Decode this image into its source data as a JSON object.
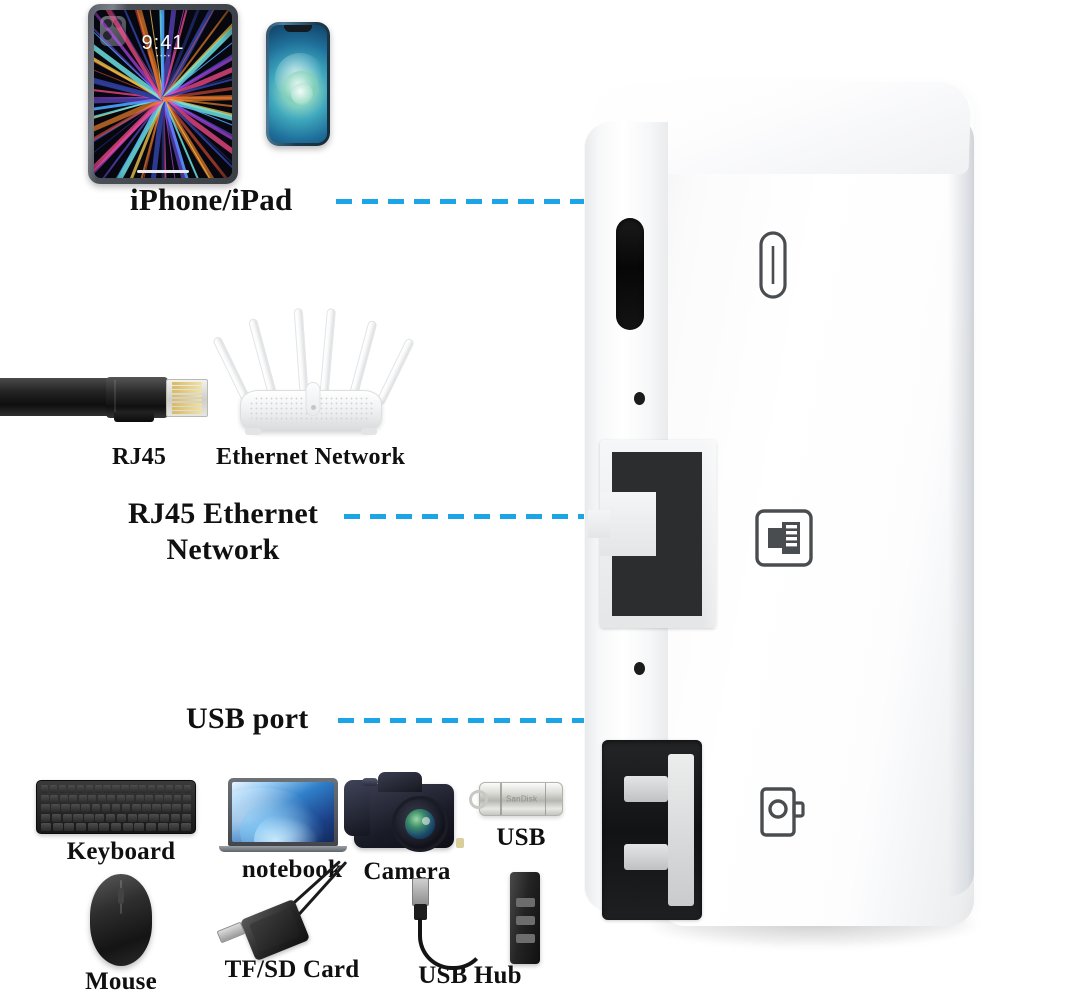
{
  "meta": {
    "title": "Lightning to RJ45 Ethernet + USB Adapter product infographic",
    "background_color": "#ffffff",
    "accent_color": "#1ba4e6",
    "label_color": "#101010"
  },
  "callouts": [
    {
      "id": "iphone-ipad",
      "label": "iPhone/iPad",
      "target_port": "lightning-port",
      "connector": "dashed-line"
    },
    {
      "id": "rj45-ethernet-network",
      "label": "RJ45 Ethernet",
      "label_line2": "Network",
      "target_port": "rj45-port",
      "connector": "dashed-line"
    },
    {
      "id": "usb-port",
      "label": "USB port",
      "target_port": "usb-port",
      "connector": "dashed-line"
    }
  ],
  "source_devices": [
    {
      "id": "ipad",
      "label": "",
      "icon": "ipad-icon",
      "screen_time": "9:41"
    },
    {
      "id": "iphone",
      "label": "",
      "icon": "iphone-icon"
    }
  ],
  "network_devices": [
    {
      "id": "rj45-cable",
      "label": "RJ45",
      "icon": "rj45-cable-icon"
    },
    {
      "id": "router",
      "label": "Ethernet Network",
      "icon": "wifi-router-icon"
    }
  ],
  "usb_devices_row1": [
    {
      "id": "keyboard",
      "label": "Keyboard",
      "icon": "keyboard-icon"
    },
    {
      "id": "notebook",
      "label": "notebook",
      "icon": "laptop-icon"
    },
    {
      "id": "camera",
      "label": "Camera",
      "icon": "camera-icon"
    },
    {
      "id": "usb-drive",
      "label": "USB",
      "icon": "usb-flash-drive-icon",
      "brand": "SanDisk"
    }
  ],
  "usb_devices_row2": [
    {
      "id": "mouse",
      "label": "Mouse",
      "icon": "mouse-icon"
    },
    {
      "id": "tf-sd-card",
      "label": "TF/SD Card",
      "icon": "card-reader-icon"
    },
    {
      "id": "usb-hub",
      "label": "USB Hub",
      "icon": "usb-hub-icon"
    }
  ],
  "adapter": {
    "id": "lightning-ethernet-usb-adapter",
    "body_color": "#ffffff",
    "ports": [
      {
        "id": "lightning-port",
        "type": "lightning",
        "face": "left-edge"
      },
      {
        "id": "rj45-port",
        "type": "rj45-ethernet",
        "face": "left-edge"
      },
      {
        "id": "usb-port",
        "type": "usb-a",
        "face": "left-edge"
      }
    ],
    "face_icons": [
      {
        "id": "lightning-glyph",
        "icon": "lightning-connector-icon"
      },
      {
        "id": "rj45-glyph",
        "icon": "rj45-jack-icon"
      },
      {
        "id": "usb-glyph",
        "icon": "usb-a-port-icon"
      }
    ],
    "indicators": [
      {
        "id": "led-top",
        "icon": "led-pinhole-icon"
      },
      {
        "id": "led-bottom",
        "icon": "led-pinhole-icon"
      }
    ]
  }
}
